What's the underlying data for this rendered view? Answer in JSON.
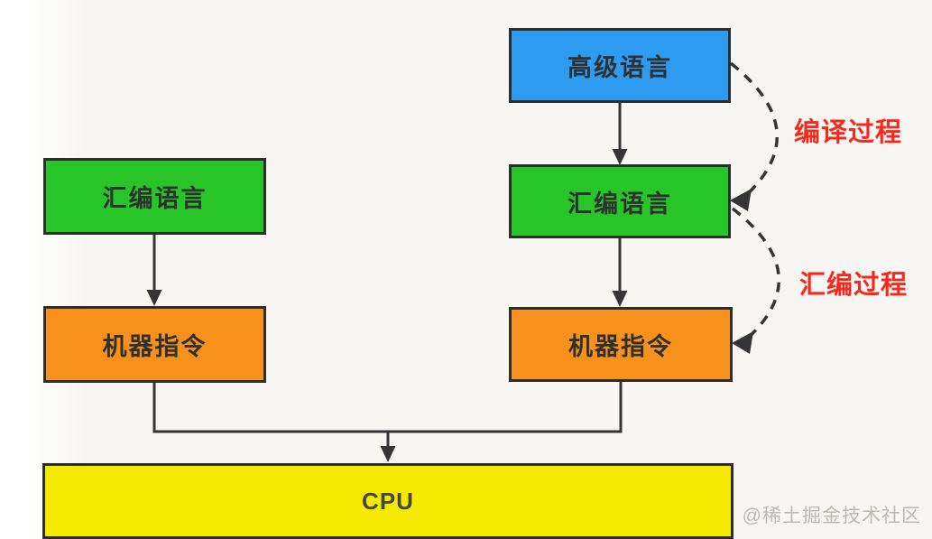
{
  "diagram": {
    "nodes": {
      "high_level": {
        "label": "高级语言"
      },
      "assembly_left": {
        "label": "汇编语言"
      },
      "assembly_right": {
        "label": "汇编语言"
      },
      "machine_left": {
        "label": "机器指令"
      },
      "machine_right": {
        "label": "机器指令"
      },
      "cpu": {
        "label": "CPU"
      }
    },
    "annotations": {
      "compile_process": {
        "label": "编译过程"
      },
      "assemble_process": {
        "label": "汇编过程"
      }
    },
    "watermark": "@稀土掘金技术社区"
  },
  "colors": {
    "bg": "#f7f6f3",
    "blue": "#2d9bf0",
    "green": "#28c528",
    "orange": "#f8901c",
    "yellow": "#f6e900",
    "border": "#2d2d2d",
    "line": "#353535",
    "red": "#f5291d",
    "boxtext": "#2f3130",
    "watermark": "#bcb9b5"
  }
}
